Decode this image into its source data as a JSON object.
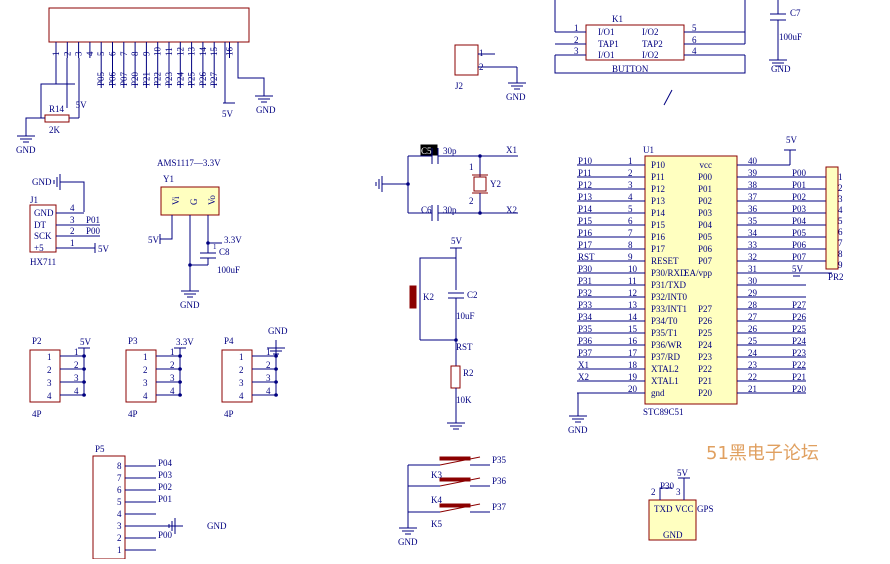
{
  "colors": {
    "wire": "#000080",
    "comp": "#8b0000",
    "fill": "#ffffc0",
    "watermark": "#e0a060"
  },
  "watermark": "51黑电子论坛",
  "lcd": {
    "pins": [
      "1",
      "2",
      "3",
      "4",
      "5",
      "6",
      "7",
      "8",
      "9",
      "10",
      "11",
      "12",
      "13",
      "14",
      "15",
      "16"
    ],
    "nets": [
      "5V",
      "P05",
      "P06",
      "P07",
      "P20",
      "P21",
      "P22",
      "P23",
      "P24",
      "P25",
      "P26",
      "P27"
    ]
  },
  "r14": {
    "ref": "R14",
    "value": "2K",
    "gnd": "GND"
  },
  "power_labels": {
    "lcd_5v": "5V",
    "lcd_gnd": "GND"
  },
  "reg": {
    "title": "AMS1117—3.3V",
    "ref": "Y1",
    "pins": [
      "Vi",
      "G",
      "Vo"
    ],
    "in": "5V",
    "out": "3.3V",
    "cap_ref": "C8",
    "cap_val": "100uF",
    "gnd": "GND"
  },
  "j1": {
    "ref": "J1",
    "part": "HX711",
    "gnd": "GND",
    "pins": [
      "GND",
      "DT",
      "SCK",
      "+5"
    ],
    "nums": [
      "4",
      "3",
      "2",
      "1"
    ],
    "nets": [
      "P01",
      "P00",
      "5V"
    ]
  },
  "k1": {
    "ref": "K1",
    "part": "BUTTON",
    "left": [
      "I/O1",
      "TAP1",
      "I/O1"
    ],
    "right": [
      "I/O2",
      "TAP2",
      "I/O2"
    ],
    "lnums": [
      "1",
      "2",
      "3"
    ],
    "rnums": [
      "5",
      "6",
      "4"
    ]
  },
  "c7": {
    "ref": "C7",
    "value": "100uF",
    "gnd": "GND"
  },
  "j2": {
    "ref": "J2",
    "pins": [
      "1",
      "2"
    ],
    "gnd": "GND"
  },
  "xtal": {
    "c5": "C5",
    "c5v": "30p",
    "c6": "C6",
    "c6v": "30p",
    "y": "Y2",
    "x1": "X1",
    "x2": "X2",
    "p1": "1",
    "p2": "2"
  },
  "reset": {
    "v": "5V",
    "k": "K2",
    "c": "C2",
    "cv": "10uF",
    "rst": "RST",
    "r": "R2",
    "rv": "10K"
  },
  "keys": {
    "k3": "K3",
    "k4": "K4",
    "k5": "K5",
    "p35": "P35",
    "p36": "P36",
    "p37": "P37",
    "gnd": "GND"
  },
  "headers": [
    {
      "ref": "P2",
      "count": "4P",
      "net": "5V",
      "nums": [
        "1",
        "2",
        "3",
        "4"
      ]
    },
    {
      "ref": "P3",
      "count": "4P",
      "net": "3.3V",
      "nums": [
        "1",
        "2",
        "3",
        "4"
      ]
    },
    {
      "ref": "P4",
      "count": "4P",
      "net": "GND",
      "nums": [
        "1",
        "2",
        "3",
        "4"
      ]
    }
  ],
  "p5": {
    "ref": "P5",
    "nums": [
      "8",
      "7",
      "6",
      "5",
      "4",
      "3",
      "2",
      "1"
    ],
    "nets": [
      "P04",
      "P03",
      "P02",
      "P01",
      "",
      "",
      "P00",
      ""
    ],
    "gnd": "GND"
  },
  "mcu": {
    "ref": "U1",
    "part": "STC89C51",
    "vcc_net": "5V",
    "gnd": "GND",
    "left": [
      {
        "n": "1",
        "name": "P10",
        "net": "P10"
      },
      {
        "n": "2",
        "name": "P11",
        "net": "P11"
      },
      {
        "n": "3",
        "name": "P12",
        "net": "P12"
      },
      {
        "n": "4",
        "name": "P13",
        "net": "P13"
      },
      {
        "n": "5",
        "name": "P14",
        "net": "P14"
      },
      {
        "n": "6",
        "name": "P15",
        "net": "P15"
      },
      {
        "n": "7",
        "name": "P16",
        "net": "P16"
      },
      {
        "n": "8",
        "name": "P17",
        "net": "P17"
      },
      {
        "n": "9",
        "name": "RESET",
        "net": "RST"
      },
      {
        "n": "10",
        "name": "P30/RXD",
        "net": "P30"
      },
      {
        "n": "11",
        "name": "P31/TXD",
        "net": "P31"
      },
      {
        "n": "12",
        "name": "P32/INT0",
        "net": "P32"
      },
      {
        "n": "13",
        "name": "P33/INT1",
        "net": "P33"
      },
      {
        "n": "14",
        "name": "P34/T0",
        "net": "P34"
      },
      {
        "n": "15",
        "name": "P35/T1",
        "net": "P35"
      },
      {
        "n": "16",
        "name": "P36/WR",
        "net": "P36"
      },
      {
        "n": "17",
        "name": "P37/RD",
        "net": "P37"
      },
      {
        "n": "18",
        "name": "XTAL2",
        "net": "X1"
      },
      {
        "n": "19",
        "name": "XTAL1",
        "net": "X2"
      },
      {
        "n": "20",
        "name": "gnd",
        "net": ""
      }
    ],
    "right": [
      {
        "n": "40",
        "name": "vcc",
        "net": ""
      },
      {
        "n": "39",
        "name": "P00",
        "net": "P00"
      },
      {
        "n": "38",
        "name": "P01",
        "net": "P01"
      },
      {
        "n": "37",
        "name": "P02",
        "net": "P02"
      },
      {
        "n": "36",
        "name": "P03",
        "net": "P03"
      },
      {
        "n": "35",
        "name": "P04",
        "net": "P04"
      },
      {
        "n": "34",
        "name": "P05",
        "net": "P05"
      },
      {
        "n": "33",
        "name": "P06",
        "net": "P06"
      },
      {
        "n": "32",
        "name": "P07",
        "net": "P07"
      },
      {
        "n": "31",
        "name": "EA/vpp",
        "net": "5V"
      },
      {
        "n": "30",
        "name": "",
        "net": ""
      },
      {
        "n": "29",
        "name": "",
        "net": ""
      },
      {
        "n": "28",
        "name": "P27",
        "net": "P27"
      },
      {
        "n": "27",
        "name": "P26",
        "net": "P26"
      },
      {
        "n": "26",
        "name": "P25",
        "net": "P25"
      },
      {
        "n": "25",
        "name": "P24",
        "net": "P24"
      },
      {
        "n": "24",
        "name": "P23",
        "net": "P23"
      },
      {
        "n": "23",
        "name": "P22",
        "net": "P22"
      },
      {
        "n": "22",
        "name": "P21",
        "net": "P21"
      },
      {
        "n": "21",
        "name": "P20",
        "net": "P20"
      }
    ]
  },
  "pr2": {
    "ref": "PR2",
    "nums": [
      "1",
      "2",
      "3",
      "4",
      "5",
      "6",
      "7",
      "8",
      "9"
    ]
  },
  "gps": {
    "ref": "GPS",
    "p30": "P30",
    "v": "5V",
    "txd": "TXD",
    "vcc": "VCC",
    "gnd": "GND",
    "n2": "2",
    "n3": "3"
  }
}
